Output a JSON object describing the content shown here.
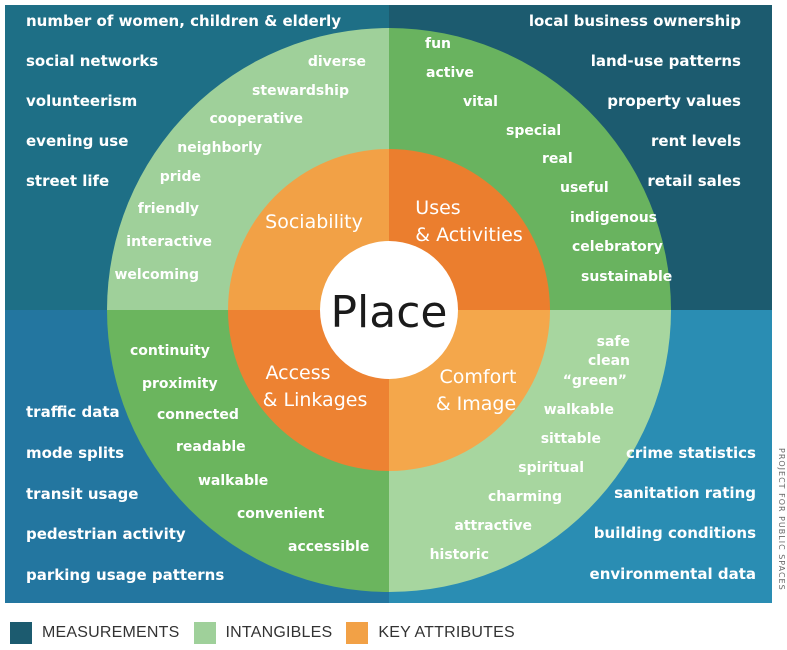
{
  "colors": {
    "measurements_tl": "#1e6f86",
    "measurements_tr": "#1c5b6f",
    "measurements_bl": "#2376a0",
    "measurements_br": "#2a8db3",
    "intangibles_tl": "#9fd09a",
    "intangibles_tr": "#69b35f",
    "intangibles_bl": "#6bb55e",
    "intangibles_br": "#a7d69f",
    "key_tl": "#f2a146",
    "key_tr": "#eb7e2e",
    "key_bl": "#ed8232",
    "key_br": "#f4a74b",
    "center": "#ffffff"
  },
  "center": {
    "label": "Place"
  },
  "key_attributes": {
    "sociability": {
      "line1": "Sociability"
    },
    "uses": {
      "line1": "Uses",
      "line2": "& Activities"
    },
    "access": {
      "line1": "Access",
      "line2": "& Linkages"
    },
    "comfort": {
      "line1": "Comfort",
      "line2": "& Image"
    }
  },
  "measurements": {
    "top_left": [
      "number of women, children & elderly",
      "social networks",
      "volunteerism",
      "evening use",
      "street life"
    ],
    "top_right": [
      "local business ownership",
      "land-use patterns",
      "property values",
      "rent levels",
      "retail sales"
    ],
    "bottom_left": [
      "traffic data",
      "mode splits",
      "transit usage",
      "pedestrian activity",
      "parking usage patterns"
    ],
    "bottom_right": [
      "crime statistics",
      "sanitation rating",
      "building conditions",
      "environmental data"
    ]
  },
  "intangibles": {
    "top_left": [
      "diverse",
      "stewardship",
      "cooperative",
      "neighborly",
      "pride",
      "friendly",
      "interactive",
      "welcoming"
    ],
    "top_right": [
      "fun",
      "active",
      "vital",
      "special",
      "real",
      "useful",
      "indigenous",
      "celebratory",
      "sustainable"
    ],
    "bottom_left": [
      "continuity",
      "proximity",
      "connected",
      "readable",
      "walkable",
      "convenient",
      "accessible"
    ],
    "bottom_right": [
      "safe",
      "clean",
      "“green”",
      "walkable",
      "sittable",
      "spiritual",
      "charming",
      "attractive",
      "historic"
    ]
  },
  "credit": "PROJECT FOR PUBLIC SPACES",
  "legend": [
    {
      "label": "MEASUREMENTS",
      "color": "#1c5b6f"
    },
    {
      "label": "INTANGIBLES",
      "color": "#9fd09a"
    },
    {
      "label": "KEY ATTRIBUTES",
      "color": "#f2a146"
    }
  ]
}
